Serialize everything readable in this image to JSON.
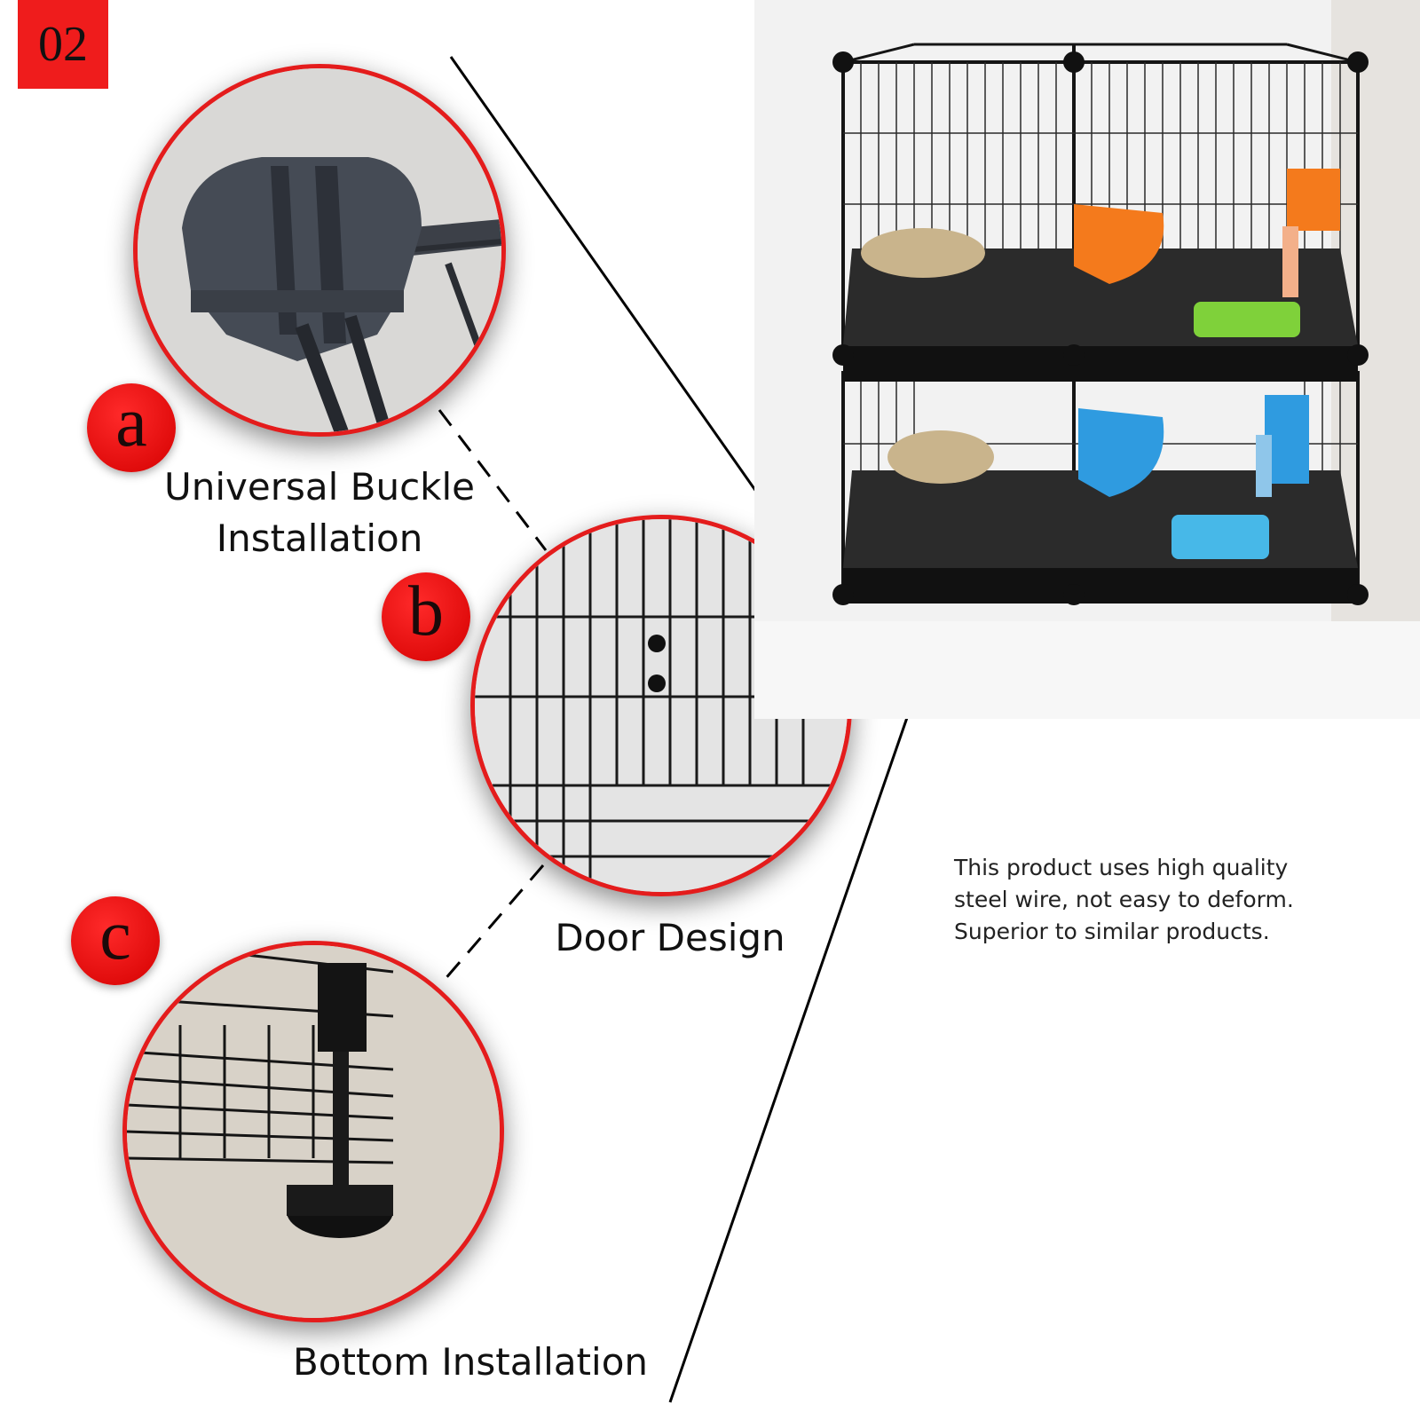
{
  "page": {
    "number": "02"
  },
  "features": [
    {
      "letter": "a",
      "caption_line1": "Universal Buckle",
      "caption_line2": "Installation"
    },
    {
      "letter": "b",
      "caption": "Door Design"
    },
    {
      "letter": "c",
      "caption": "Bottom Installation"
    }
  ],
  "description": {
    "line1": "This product uses high quality",
    "line2": "steel wire, not easy to deform.",
    "line3": "Superior to similar products."
  },
  "colors": {
    "accent": "#e41c1c",
    "badge": "#ef1c1c",
    "text": "#111111"
  }
}
